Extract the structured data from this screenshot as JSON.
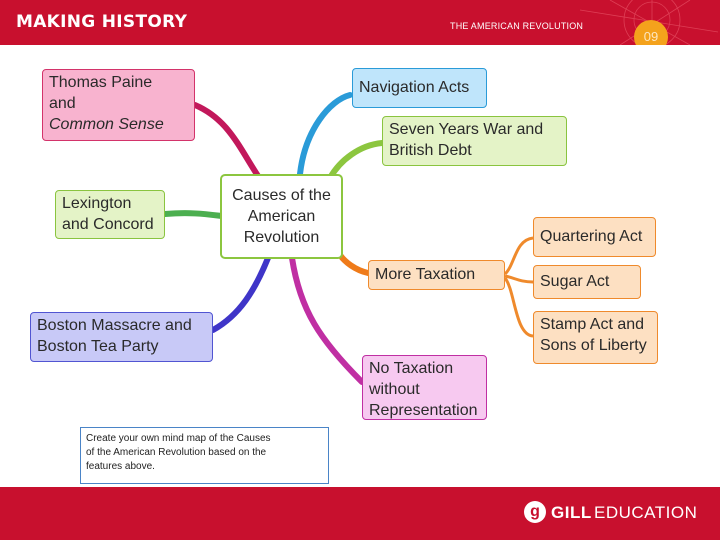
{
  "header": {
    "brand": "MAKING HISTORY",
    "section": "THE AMERICAN REVOLUTION",
    "page_number": "09",
    "background_color": "#c8102e",
    "badge_color": "#f4a21c"
  },
  "mindmap": {
    "center": {
      "line1": "Causes of the",
      "line2": "American",
      "line3": "Revolution"
    },
    "left": [
      {
        "line1": "Thomas Paine",
        "line2": "and",
        "line3": "Common Sense"
      },
      {
        "line1": "Lexington",
        "line2": "and Concord"
      },
      {
        "line1": "Boston Massacre and",
        "line2": "Boston Tea Party"
      }
    ],
    "right": [
      {
        "label": "Navigation Acts"
      },
      {
        "line1": "Seven Years War and",
        "line2": "British Debt"
      },
      {
        "label": "More Taxation",
        "children": [
          {
            "label": "Quartering Act"
          },
          {
            "label": "Sugar Act"
          },
          {
            "line1": "Stamp Act and",
            "line2": "Sons of Liberty"
          }
        ]
      },
      {
        "line1": "No Taxation",
        "line2": "without",
        "line3": "Representation"
      }
    ]
  },
  "note": {
    "line1": "Create your own mind map of the Causes",
    "line2": "of the American Revolution based on the",
    "line3": "features above."
  },
  "footer": {
    "logo_letter": "g",
    "brand_bold": "GILL",
    "brand_light": "EDUCATION",
    "background_color": "#c8102e"
  }
}
